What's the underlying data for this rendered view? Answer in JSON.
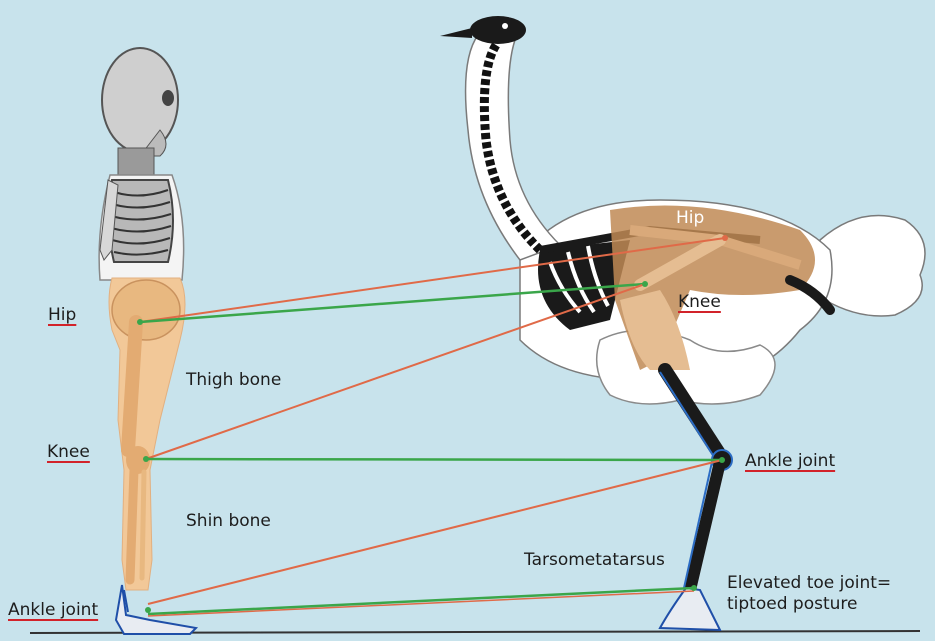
{
  "colors": {
    "background": "#c8e3ec",
    "highlight_bone": "#f2c898",
    "ostrich_highlight": "#c08a55",
    "line_red": "#e06a48",
    "line_green": "#3aa64a",
    "label_underline": "#d2232a"
  },
  "labels": {
    "human_hip": "Hip",
    "human_knee": "Knee",
    "human_ankle": "Ankle joint",
    "thigh_bone": "Thigh bone",
    "shin_bone": "Shin bone",
    "ostrich_hip": "Hip",
    "ostrich_knee": "Knee",
    "ostrich_ankle": "Ankle joint",
    "tarsometatarsus": "Tarsometatarsus",
    "toe_joint_line1": "Elevated toe joint=",
    "toe_joint_line2": "tiptoed posture"
  }
}
